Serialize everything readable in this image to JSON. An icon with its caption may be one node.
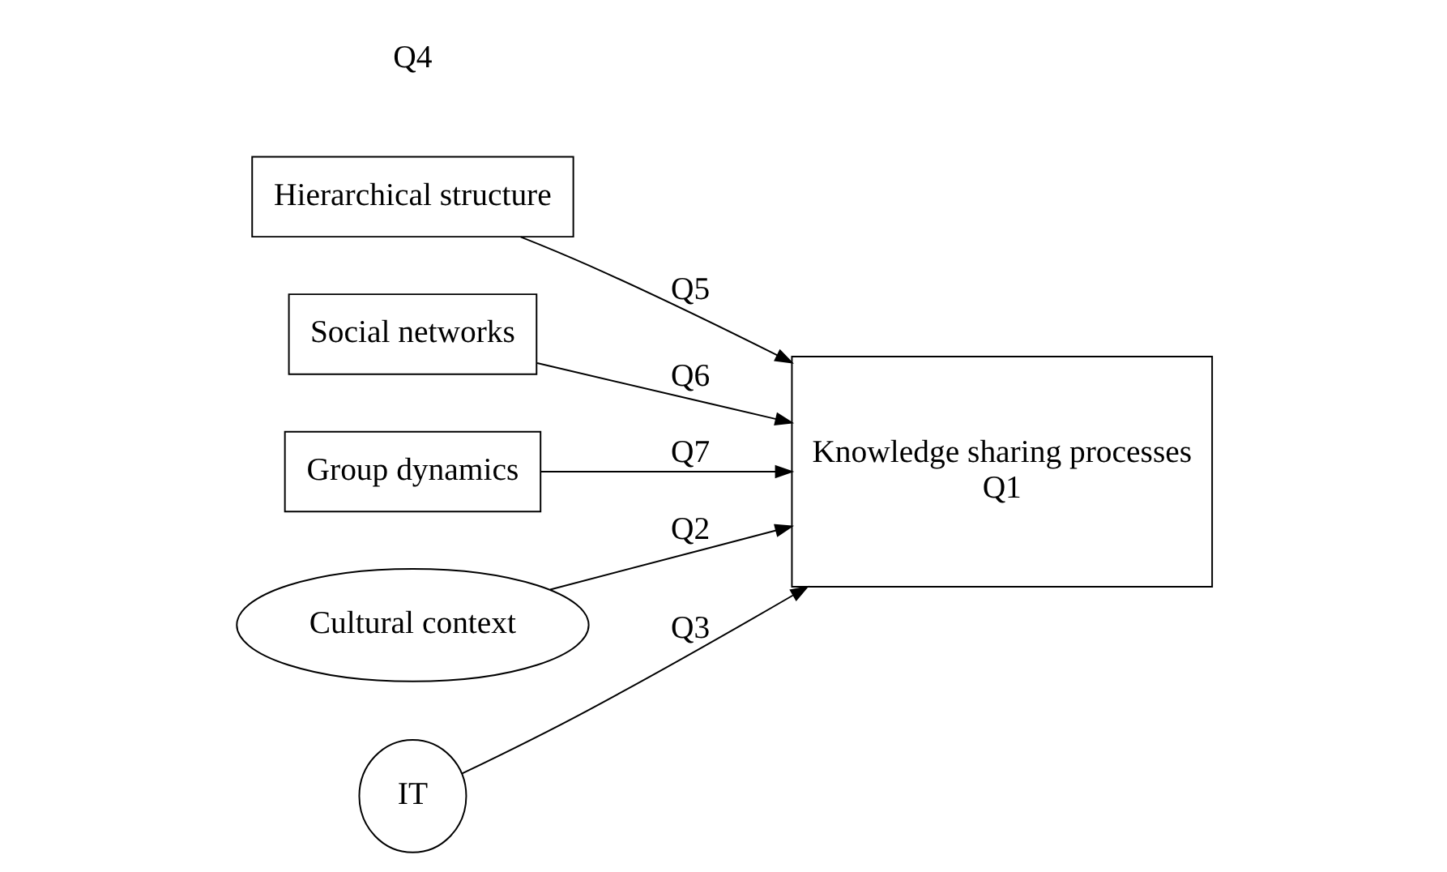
{
  "diagram": {
    "nodes": [
      {
        "text": [
          "Hierarchical structure"
        ]
      },
      {
        "text": [
          "Social networks"
        ]
      },
      {
        "text": [
          "Group dynamics"
        ]
      },
      {
        "text": [
          "Knowledge sharing processes",
          "Q1"
        ]
      },
      {
        "text": [
          "Cultural context"
        ]
      },
      {
        "text": [
          "IT"
        ]
      }
    ],
    "edges": [
      {
        "from": 0,
        "to": 3,
        "label": "Q5",
        "arrow": "to"
      },
      {
        "from": 1,
        "to": 3,
        "label": "Q6",
        "arrow": "to"
      },
      {
        "from": 2,
        "to": 3,
        "label": "Q7",
        "arrow": "to"
      },
      {
        "from": 4,
        "to": 3,
        "label": "Q2",
        "arrow": "to"
      },
      {
        "from": 5,
        "to": 3,
        "label": "Q3",
        "arrow": "to"
      }
    ],
    "labels": [
      "Q4"
    ]
  }
}
